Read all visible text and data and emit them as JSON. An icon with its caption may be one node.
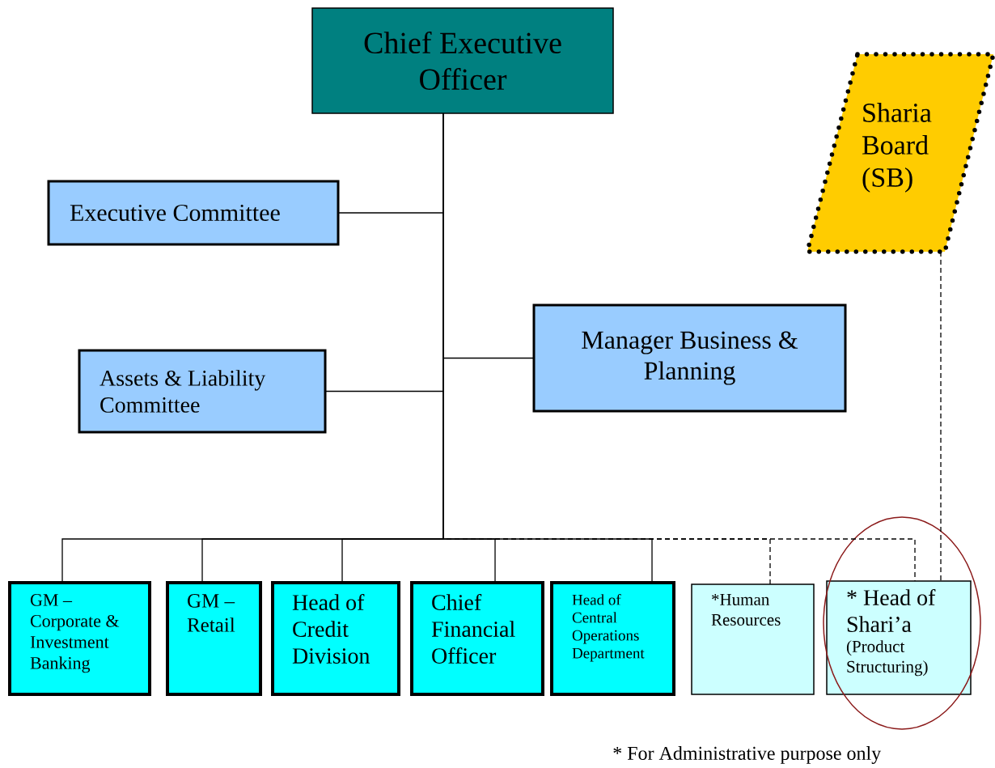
{
  "diagram": {
    "nodes": [
      {
        "text": [
          "Chief Executive Officer"
        ]
      },
      {
        "text": [
          "Executive Committee"
        ]
      },
      {
        "text": [
          "Assets & Liability Committee"
        ]
      },
      {
        "text": [
          "Manager Business & Planning"
        ]
      },
      {
        "text": [
          "Sharia Board (SB)"
        ]
      },
      {
        "text": [
          "GM – Corporate & Investment Banking"
        ]
      },
      {
        "text": [
          "GM – Retail"
        ]
      },
      {
        "text": [
          "Head of Credit Division"
        ]
      },
      {
        "text": [
          "Chief Financial Officer"
        ]
      },
      {
        "text": [
          "Head of Central Operations Department"
        ]
      },
      {
        "text": [
          "*Human Resources"
        ]
      },
      {
        "text": [
          "* Head of Shari’a",
          "(Product Structuring)"
        ]
      }
    ],
    "edges": [
      {
        "from": 0,
        "to": 1,
        "arrow": "none"
      },
      {
        "from": 0,
        "to": 3,
        "arrow": "none"
      },
      {
        "from": 0,
        "to": 2,
        "arrow": "none"
      },
      {
        "from": 0,
        "to": 5,
        "arrow": "none"
      },
      {
        "from": 0,
        "to": 6,
        "arrow": "none"
      },
      {
        "from": 0,
        "to": 7,
        "arrow": "none"
      },
      {
        "from": 0,
        "to": 8,
        "arrow": "none"
      },
      {
        "from": 0,
        "to": 9,
        "arrow": "none"
      },
      {
        "from": 0,
        "to": 10,
        "arrow": "none",
        "style": "dashed"
      },
      {
        "from": 0,
        "to": 11,
        "arrow": "none",
        "style": "dashed"
      },
      {
        "from": 4,
        "to": 11,
        "arrow": "none",
        "style": "dashed"
      }
    ],
    "labels": [
      "* For Administrative purpose only"
    ]
  }
}
